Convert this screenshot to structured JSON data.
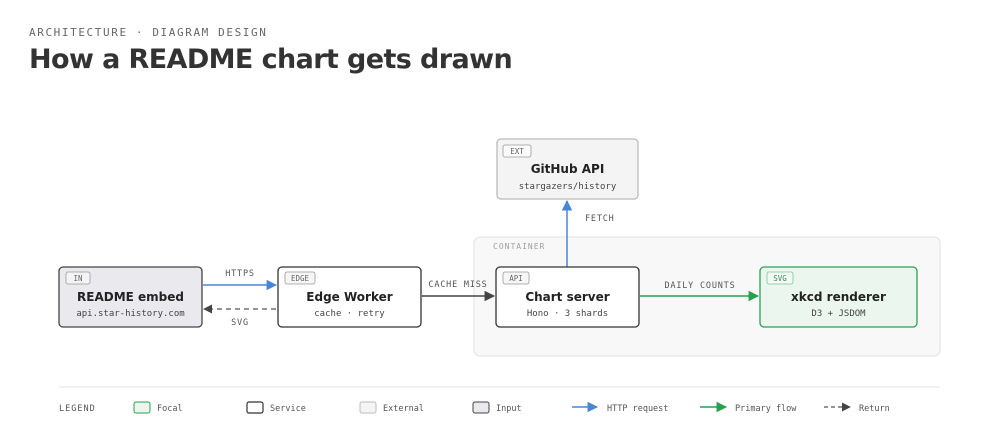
{
  "header": {
    "eyebrow": "ARCHITECTURE · DIAGRAM DESIGN",
    "title": "How a README chart gets drawn"
  },
  "container": {
    "label": "CONTAINER"
  },
  "nodes": {
    "readme": {
      "tag": "IN",
      "title": "README embed",
      "subtitle": "api.star-history.com"
    },
    "edge": {
      "tag": "EDGE",
      "title": "Edge Worker",
      "subtitle": "cache · retry"
    },
    "chart": {
      "tag": "API",
      "title": "Chart server",
      "subtitle": "Hono · 3 shards"
    },
    "xkcd": {
      "tag": "SVG",
      "title": "xkcd renderer",
      "subtitle": "D3 + JSDOM"
    },
    "github": {
      "tag": "EXT",
      "title": "GitHub API",
      "subtitle": "stargazers/history"
    }
  },
  "edges": {
    "https": "HTTPS",
    "svg": "SVG",
    "cache_miss": "CACHE MISS",
    "daily_counts": "DAILY COUNTS",
    "fetch": "FETCH"
  },
  "legend": {
    "label": "LEGEND",
    "focal": "Focal",
    "service": "Service",
    "external": "External",
    "input": "Input",
    "http": "HTTP request",
    "primary": "Primary flow",
    "return": "Return"
  },
  "colors": {
    "http": "#4a86d8",
    "primary": "#25a04d",
    "return": "#555555",
    "focal_fill": "#eaf6ee",
    "focal_stroke": "#2f9e55"
  }
}
